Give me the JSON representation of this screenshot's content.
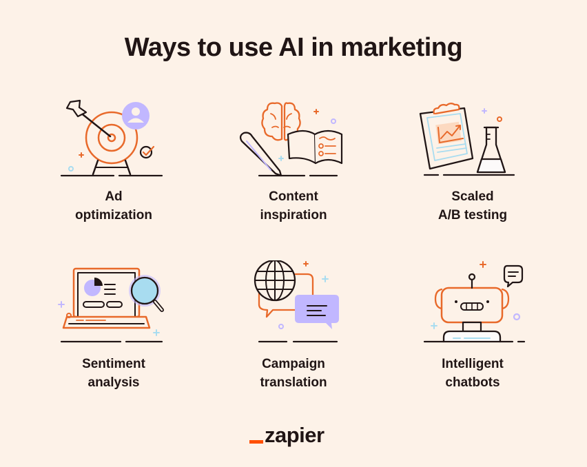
{
  "title": "Ways to use AI in marketing",
  "colors": {
    "background": "#fdf2e8",
    "ink": "#201515",
    "orange": "#e8692a",
    "lavender": "#c1b7ff",
    "sky": "#a8dcf0",
    "brand_orange": "#ff4f00"
  },
  "items": [
    {
      "line1": "Ad",
      "line2": "optimization",
      "icon": "target-arrow-icon"
    },
    {
      "line1": "Content",
      "line2": "inspiration",
      "icon": "brain-pencil-book-icon"
    },
    {
      "line1": "Scaled",
      "line2": "A/B testing",
      "icon": "clipboard-flask-icon"
    },
    {
      "line1": "Sentiment",
      "line2": "analysis",
      "icon": "laptop-magnifier-icon"
    },
    {
      "line1": "Campaign",
      "line2": "translation",
      "icon": "globe-chat-icon"
    },
    {
      "line1": "Intelligent",
      "line2": "chatbots",
      "icon": "robot-chat-icon"
    }
  ],
  "logo": {
    "text": "zapier"
  }
}
